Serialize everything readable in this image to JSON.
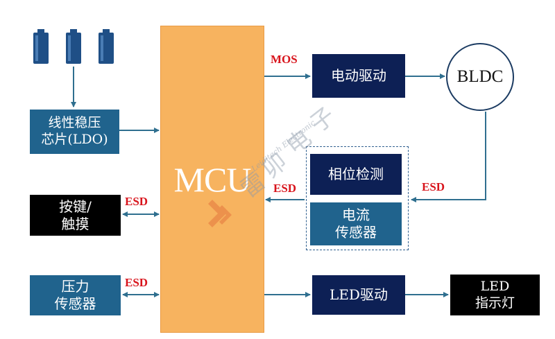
{
  "blocks": {
    "mcu": "MCU",
    "ldo": "线性稳压\n芯片(LDO)",
    "keys": "按键/\n触摸",
    "pressure": "压力\n传感器",
    "motor_drive": "电动驱动",
    "phase_detect": "相位检测",
    "current_sensor": "电流\n传感器",
    "led_drive": "LED驱动",
    "led_indicator": "LED\n指示灯",
    "bldc": "BLDC"
  },
  "labels": {
    "mos": "MOS",
    "esd_feedback": "ESD",
    "esd_bldc": "ESD",
    "esd_keys": "ESD",
    "esd_pressure": "ESD"
  },
  "watermark": {
    "cn_chars": [
      "雷",
      "卯",
      "电",
      "子"
    ],
    "en": "Leiditech Electronic"
  },
  "colors": {
    "teal": "#20638d",
    "navy": "#0d2055",
    "mcu": "#f7b35f",
    "arrow": "#2f6f8f",
    "label_red": "#d8141c"
  },
  "icons": [
    "battery-icon",
    "battery-icon",
    "battery-icon"
  ]
}
